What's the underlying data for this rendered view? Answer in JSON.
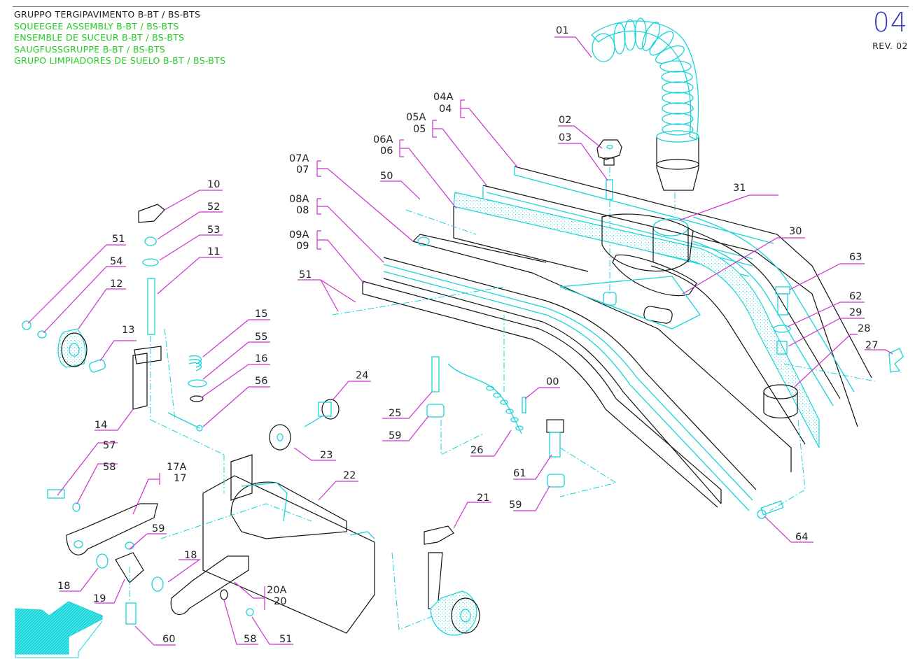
{
  "header": {
    "title_it": "GRUPPO TERGIPAVIMENTO B-BT / BS-BTS",
    "title_en": "SQUEEGEE ASSEMBLY B-BT / BS-BTS",
    "title_fr": "ENSEMBLE DE SUCEUR B-BT / BS-BTS",
    "title_de": "SAUGFUSSGRUPPE B-BT / BS-BTS",
    "title_es": "GRUPO LIMPIADORES DE SUELO B-BT / BS-BTS",
    "page_number": "04",
    "revision": "REV. 02"
  },
  "colors": {
    "part_line": "#18d4d8",
    "outline": "#111111",
    "leader": "#cc33cc",
    "page_number": "#3a3ab8",
    "translation_text": "#22cc22"
  },
  "callouts": {
    "c01": "01",
    "c02": "02",
    "c03": "03",
    "c04": [
      "04A",
      "04"
    ],
    "c05": [
      "05A",
      "05"
    ],
    "c06": [
      "06A",
      "06"
    ],
    "c07": [
      "07A",
      "07"
    ],
    "c08": [
      "08A",
      "08"
    ],
    "c09": [
      "09A",
      "09"
    ],
    "c10": "10",
    "c11": "11",
    "c12": "12",
    "c13": "13",
    "c14": "14",
    "c15": "15",
    "c16": "16",
    "c17": [
      "17A",
      "17"
    ],
    "c18a": "18",
    "c18b": "18",
    "c19": "19",
    "c20": [
      "20A",
      "20"
    ],
    "c21": "21",
    "c22": "22",
    "c23": "23",
    "c24": "24",
    "c25": "25",
    "c26": "26",
    "c27": "27",
    "c28": "28",
    "c29": "29",
    "c30": "30",
    "c31": "31",
    "c00": "00",
    "c50": "50",
    "c51a": "51",
    "c51b": "51",
    "c51c": "51",
    "c52": "52",
    "c53": "53",
    "c54": "54",
    "c55": "55",
    "c56": "56",
    "c57": "57",
    "c58a": "58",
    "c58b": "58",
    "c59a": "59",
    "c59b": "59",
    "c59c": "59",
    "c60": "60",
    "c61": "61",
    "c62": "62",
    "c63": "63",
    "c64": "64"
  },
  "icons": {
    "direction_arrow": "forward-direction-arrow-icon"
  }
}
